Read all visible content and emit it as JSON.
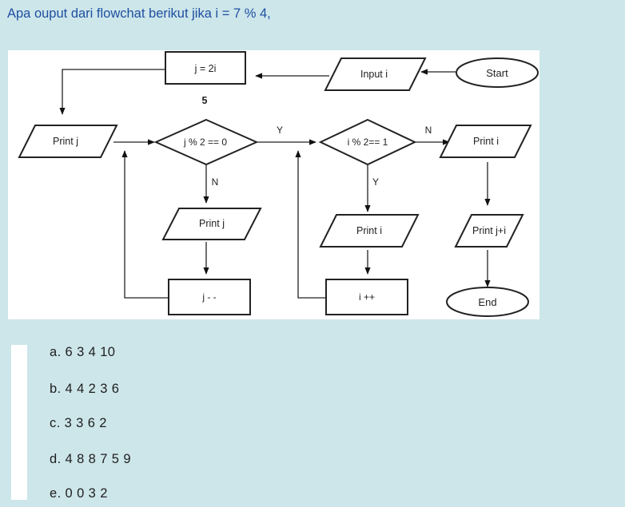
{
  "question": {
    "text": "Apa ouput dari flowchat berikut jika i = 7 % 4,"
  },
  "flowchart": {
    "start": "Start",
    "input_i": "Input i",
    "assign_j": "j = 2i",
    "note_5": "5",
    "print_j_left": "Print j",
    "cond_j": "j % 2 == 0",
    "label_cond_j_yes": "Y",
    "label_cond_j_no": "N",
    "cond_i": "i % 2== 1",
    "label_cond_i_no": "N",
    "label_cond_i_yes": "Y",
    "print_i_right": "Print i",
    "print_j_mid": "Print j",
    "print_i_mid": "Print i",
    "print_j_plus_i": "Print j+i",
    "decrement_j": "j - -",
    "increment_i": "i ++",
    "end": "End"
  },
  "options": [
    {
      "text": "a. 6 3 4 10"
    },
    {
      "text": "b. 4 4 2 3 6"
    },
    {
      "text": "c. 3 3 6 2"
    },
    {
      "text": "d. 4 8 8 7 5 9"
    },
    {
      "text": "e. 0 0 3 2"
    }
  ]
}
